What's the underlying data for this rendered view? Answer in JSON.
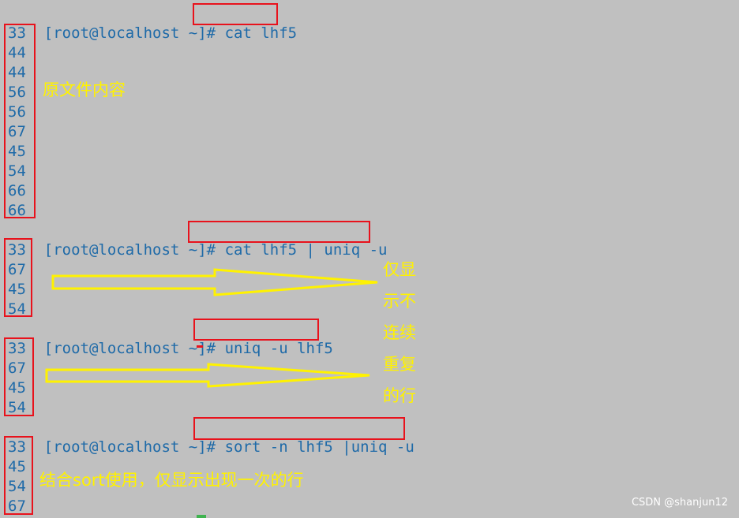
{
  "terminal": {
    "prompt": "[root@localhost ~]#",
    "blocks": [
      {
        "command": "cat lhf5",
        "output": [
          "33",
          "44",
          "44",
          "56",
          "56",
          "67",
          "45",
          "54",
          "66",
          "66"
        ]
      },
      {
        "command": "cat lhf5 | uniq -u",
        "output": [
          "33",
          "67",
          "45",
          "54"
        ]
      },
      {
        "command": "uniq -u lhf5",
        "output": [
          "33",
          "67",
          "45",
          "54"
        ]
      },
      {
        "command": "sort -n lhf5 |uniq -u",
        "output": [
          "33",
          "45",
          "54",
          "67"
        ]
      }
    ]
  },
  "annotations": {
    "original_content": "原文件内容",
    "unique_lines": [
      "仅显",
      "示不",
      "连续",
      "重复",
      "的行"
    ],
    "sort_combo": "结合sort使用，仅显示出现一次的行"
  },
  "colors": {
    "background": "#c0c0c0",
    "text": "#1e6aa8",
    "box": "#e8121c",
    "annotation": "#fff200"
  },
  "watermark": "CSDN @shanjun12"
}
